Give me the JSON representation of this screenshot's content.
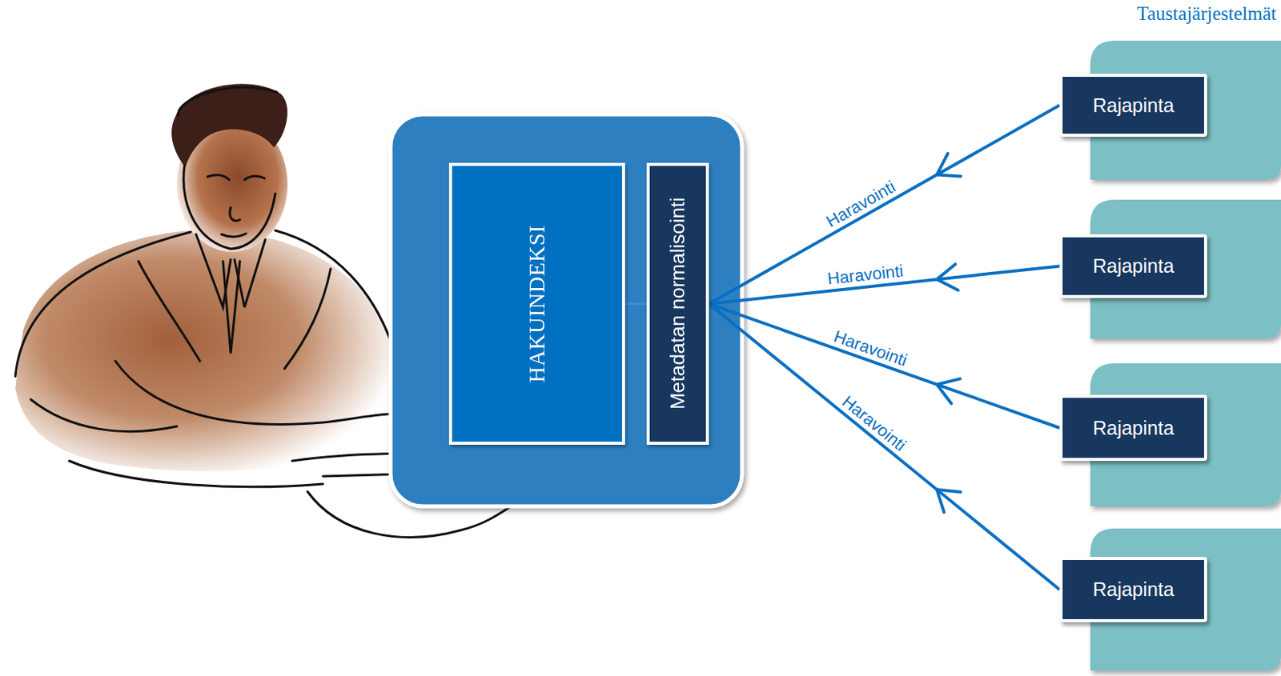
{
  "diagram": {
    "title": "Taustajärjestelmät",
    "nodes": [
      {
        "text": [
          "HAKUINDEKSI"
        ]
      },
      {
        "text": [
          "Metadatan normalisointi"
        ]
      },
      {
        "text": [
          "Rajapinta"
        ]
      },
      {
        "text": [
          "Rajapinta"
        ]
      },
      {
        "text": [
          "Rajapinta"
        ]
      },
      {
        "text": [
          "Rajapinta"
        ]
      }
    ],
    "edges": [
      {
        "from": 0,
        "to": 1,
        "arrow": "none"
      },
      {
        "from": 2,
        "to": 1,
        "label": "Haravointi",
        "arrow": "to"
      },
      {
        "from": 3,
        "to": 1,
        "label": "Haravointi",
        "arrow": "to"
      },
      {
        "from": 4,
        "to": 1,
        "label": "Haravointi",
        "arrow": "to"
      },
      {
        "from": 5,
        "to": 1,
        "label": "Haravointi",
        "arrow": "to"
      }
    ]
  }
}
